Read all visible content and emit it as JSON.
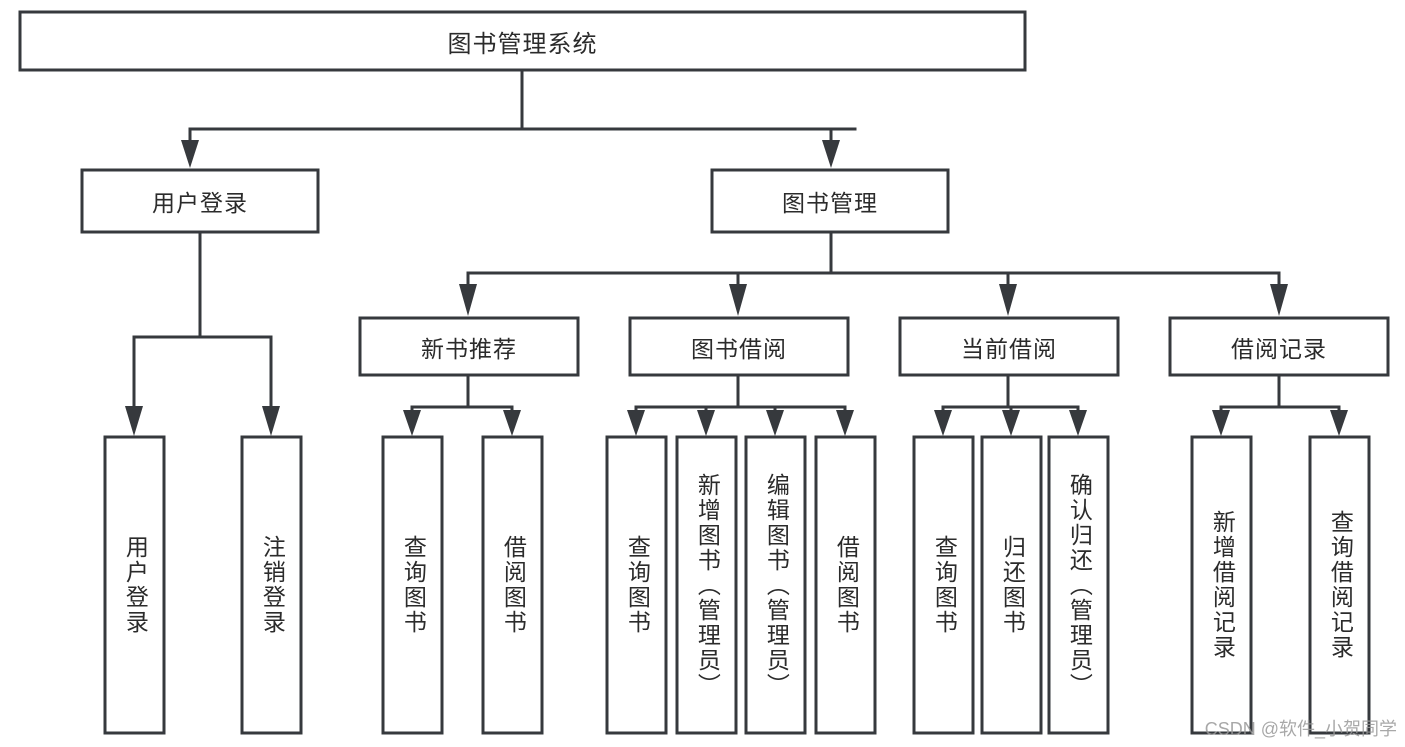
{
  "diagram": {
    "title": "图书管理系统",
    "type": "tree-hierarchy-flowchart",
    "watermark": "CSDN @软件_小贺同学",
    "colors": {
      "stroke": "#36393d",
      "fill": "#ffffff",
      "text": "#2b2b2b",
      "watermark": "#9a9a9a"
    },
    "root": {
      "label": "图书管理系统"
    },
    "level1": [
      {
        "label": "用户登录"
      },
      {
        "label": "图书管理"
      }
    ],
    "level2": [
      {
        "label": "新书推荐"
      },
      {
        "label": "图书借阅"
      },
      {
        "label": "当前借阅"
      },
      {
        "label": "借阅记录"
      }
    ],
    "leaves": {
      "user_login": [
        {
          "label": "用户登录"
        },
        {
          "label": "注销登录"
        }
      ],
      "new_book_recommend": [
        {
          "label": "查询图书"
        },
        {
          "label": "借阅图书"
        }
      ],
      "book_borrow": [
        {
          "label": "查询图书"
        },
        {
          "label": "新增图书（管理员）"
        },
        {
          "label": "编辑图书（管理员）"
        },
        {
          "label": "借阅图书"
        }
      ],
      "current_borrow": [
        {
          "label": "查询图书"
        },
        {
          "label": "归还图书"
        },
        {
          "label": "确认归还（管理员）"
        }
      ],
      "borrow_record": [
        {
          "label": "新增借阅记录"
        },
        {
          "label": "查询借阅记录"
        }
      ]
    }
  }
}
